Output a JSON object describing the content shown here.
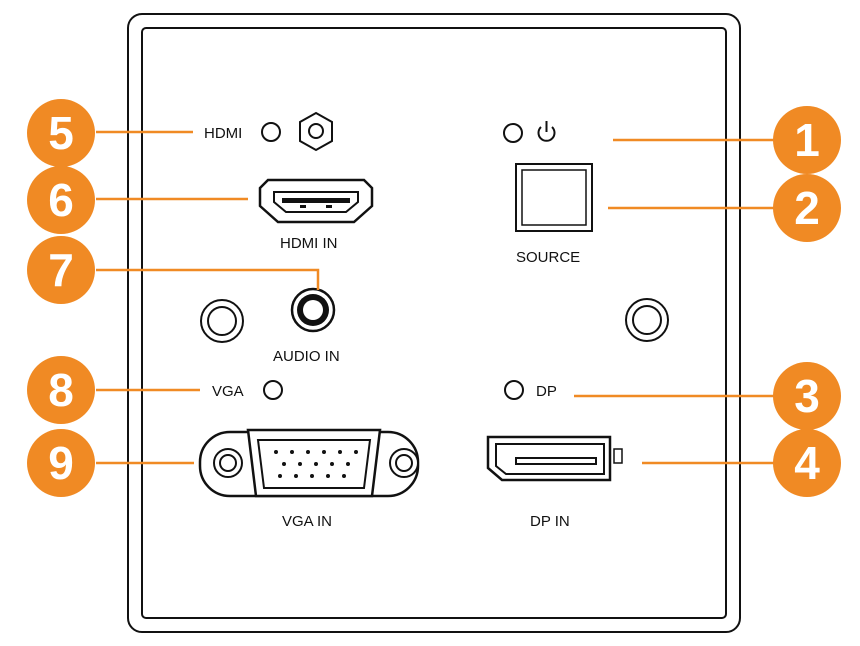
{
  "colors": {
    "callout": "#f08a24",
    "outline": "#111111",
    "plate": "#ffffff"
  },
  "labels": {
    "hdmi_led": "HDMI",
    "hdmi_in": "HDMI IN",
    "source": "SOURCE",
    "audio_in": "AUDIO IN",
    "vga_led": "VGA",
    "vga_in": "VGA IN",
    "dp_led": "DP",
    "dp_in": "DP IN"
  },
  "callouts": {
    "c1": "1",
    "c2": "2",
    "c3": "3",
    "c4": "4",
    "c5": "5",
    "c6": "6",
    "c7": "7",
    "c8": "8",
    "c9": "9"
  },
  "icons": [
    "power-icon",
    "hdmi-port-icon",
    "displayport-icon",
    "vga-port-icon",
    "audio-jack-icon",
    "screw-icon",
    "led-indicator-icon",
    "hex-nut-icon"
  ]
}
